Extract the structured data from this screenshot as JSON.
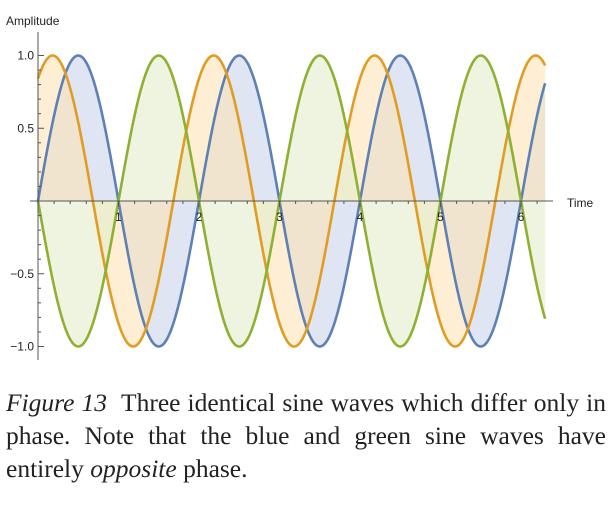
{
  "chart_data": {
    "type": "area",
    "ylabel": "Amplitude",
    "xlabel": "Time",
    "x_ticks": [
      "1",
      "2",
      "3",
      "4",
      "5",
      "6"
    ],
    "y_ticks": [
      "1.0",
      "0.5",
      "−0.5",
      "−1.0"
    ],
    "x_range": [
      0,
      6.3
    ],
    "y_range": [
      -1.0,
      1.0
    ],
    "grid": false,
    "function": "sin(2*pi*x/2 + phase)",
    "period": 2.0,
    "series": [
      {
        "color": "#5e81b5",
        "fill": "#c9d3ea",
        "phase": 0
      },
      {
        "color": "#e19c24",
        "fill": "#fbe2b8",
        "phase": 1.0
      },
      {
        "color": "#8fb032",
        "fill": "#e3eccb",
        "phase": 3.14159
      }
    ]
  },
  "caption": {
    "label": "Figure 13",
    "text_before": "Three identical sine waves which differ only in phase. Note that the blue and green sine waves have entirely ",
    "emphasis": "opposite",
    "text_after": " phase."
  }
}
